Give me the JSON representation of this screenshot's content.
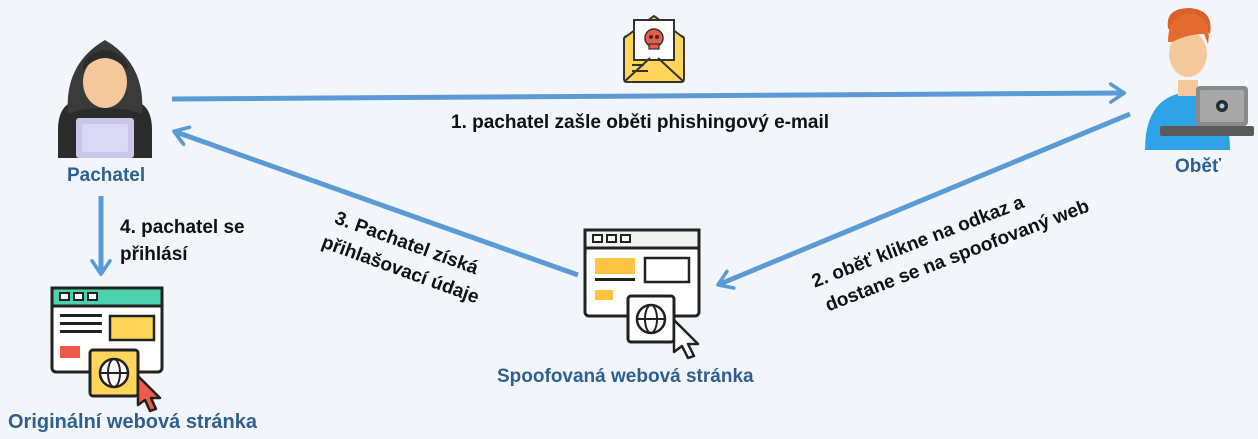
{
  "nodes": {
    "attacker": "Pachatel",
    "victim": "Oběť",
    "spoofed_site": "Spoofovaná webová stránka",
    "original_site": "Originální webová stránka"
  },
  "steps": {
    "step1": "1. pachatel zašle oběti phishingový e-mail",
    "step2_line1": "2. oběť klikne na odkaz a",
    "step2_line2": "dostane se na spoofovaný web",
    "step3_line1": "3. Pachatel získá",
    "step3_line2": "přihlašovací údaje",
    "step4_line1": "4. pachatel se",
    "step4_line2": "přihlásí"
  },
  "colors": {
    "arrow": "#5b9bd5",
    "node_label": "#2d5f8f",
    "background": "#f2f6fb"
  },
  "icons": [
    "hacker-icon",
    "victim-laptop-icon",
    "phishing-email-icon",
    "spoofed-webpage-icon",
    "original-webpage-icon"
  ]
}
